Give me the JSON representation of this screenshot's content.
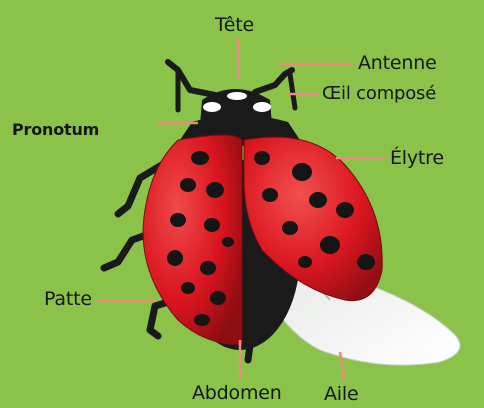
{
  "diagram": {
    "background_color": "#8bc34a",
    "leader_color": "#ec8c78",
    "labels": {
      "tete": "Tête",
      "antenne": "Antenne",
      "oeil": "Œil composé",
      "pronotum": "Pronotum",
      "elytre": "Élytre",
      "patte": "Patte",
      "abdomen": "Abdomen",
      "aile": "Aile"
    },
    "colors": {
      "elytra_red": "#d8141e",
      "spots": "#151515",
      "body": "#1a1a1a",
      "wing": "#f0f4ef"
    }
  }
}
